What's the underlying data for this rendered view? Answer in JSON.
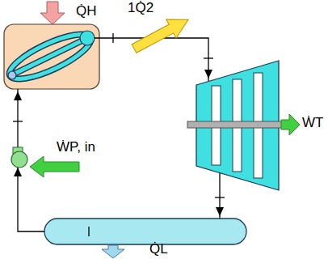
{
  "diagram": {
    "labels": [
      "Q̇H",
      "1Q̇2",
      "ẆT",
      "ẆP, in",
      "Q̇L"
    ]
  }
}
